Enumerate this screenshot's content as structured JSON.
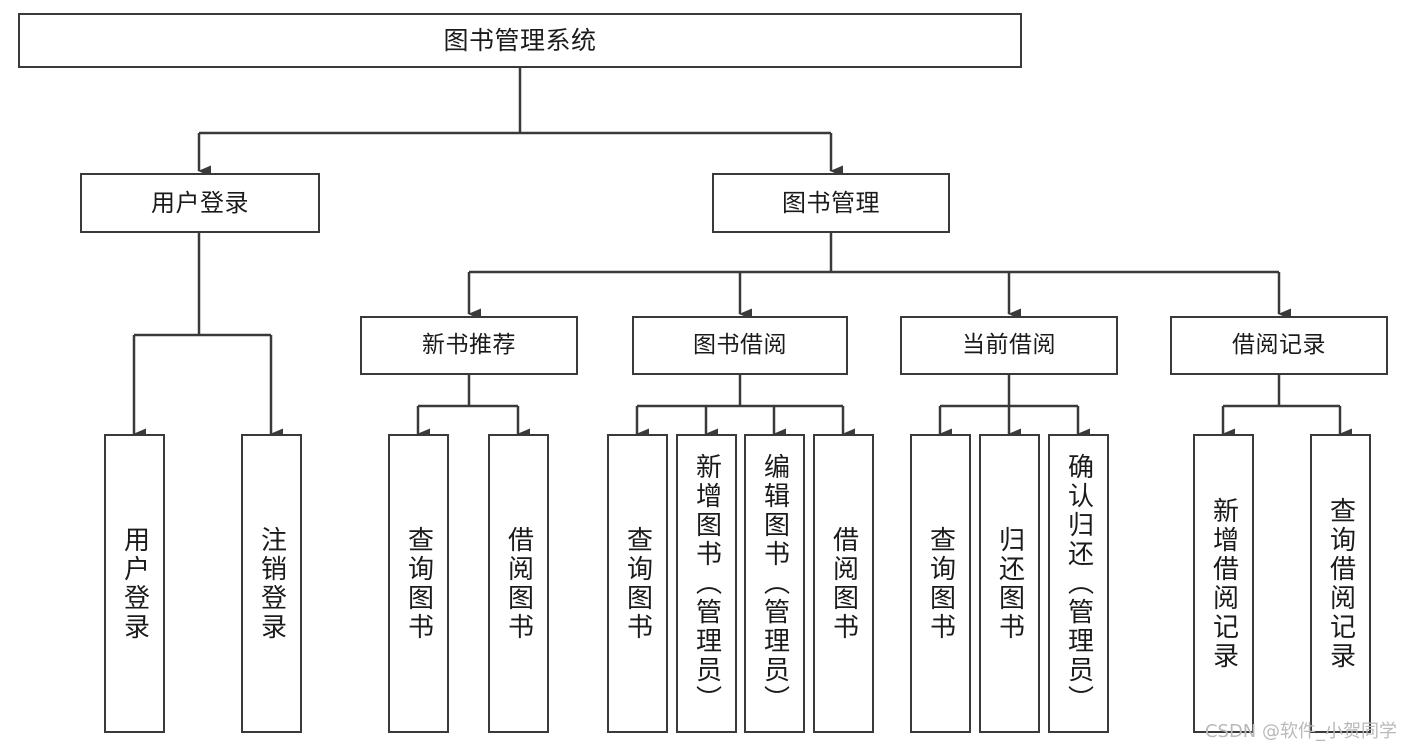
{
  "diagram": {
    "type": "tree-hierarchy",
    "title": "图书管理系统",
    "stroke_color": "#3a3a3a",
    "fill_color": "#ffffff",
    "text_color": "#1b1b1b"
  },
  "root": {
    "label": "图书管理系统"
  },
  "level1": [
    {
      "label": "用户登录"
    },
    {
      "label": "图书管理"
    }
  ],
  "level2": [
    {
      "label": "新书推荐"
    },
    {
      "label": "图书借阅"
    },
    {
      "label": "当前借阅"
    },
    {
      "label": "借阅记录"
    }
  ],
  "leaves": {
    "user_login": [
      {
        "label": "用户登录"
      },
      {
        "label": "注销登录"
      }
    ],
    "new_book": [
      {
        "label": "查询图书"
      },
      {
        "label": "借阅图书"
      }
    ],
    "book_borrow": [
      {
        "label": "查询图书"
      },
      {
        "label": "新增图书（管理员）"
      },
      {
        "label": "编辑图书（管理员）"
      },
      {
        "label": "借阅图书"
      }
    ],
    "current_borrow": [
      {
        "label": "查询图书"
      },
      {
        "label": "归还图书"
      },
      {
        "label": "确认归还（管理员）"
      }
    ],
    "borrow_record": [
      {
        "label": "新增借阅记录"
      },
      {
        "label": "查询借阅记录"
      }
    ]
  },
  "watermark": {
    "text": "CSDN @软件_小贺同学"
  }
}
